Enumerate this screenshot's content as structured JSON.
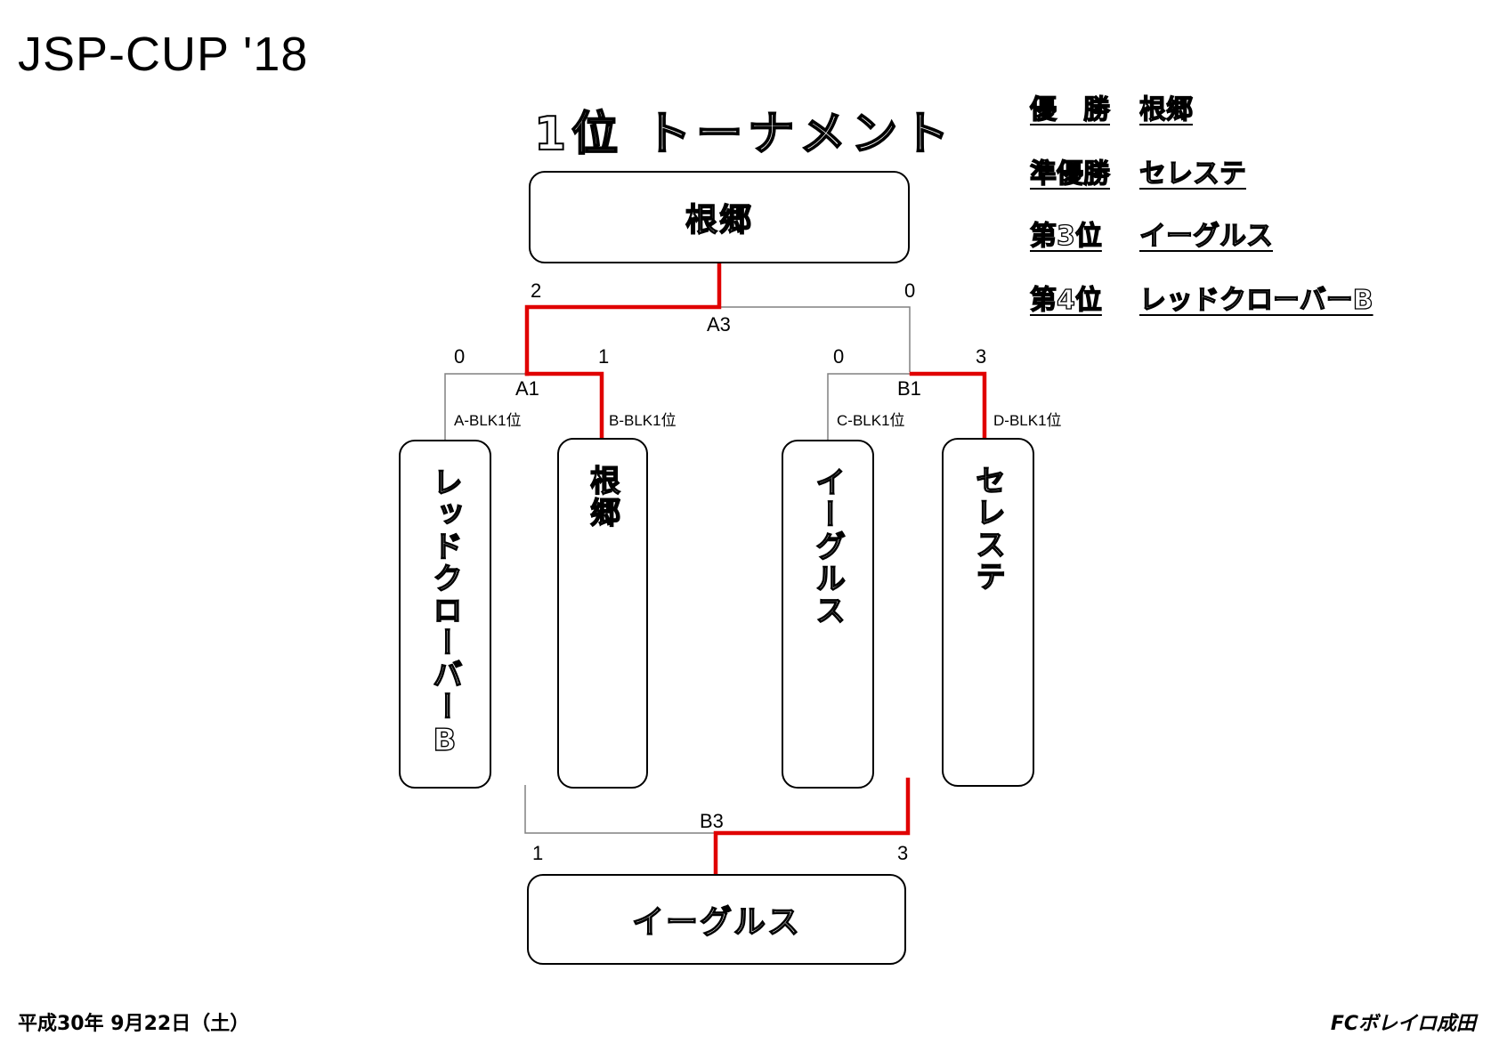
{
  "event_title": "JSP-CUP '18",
  "bracket_title": "1位 トーナメント",
  "rankings": [
    {
      "label": "優　勝",
      "team": "根郷"
    },
    {
      "label": "準優勝",
      "team": "セレステ"
    },
    {
      "label": "第3位",
      "team": "イーグルス"
    },
    {
      "label": "第4位",
      "team": "レッドクローバーB"
    }
  ],
  "final": {
    "id": "A3",
    "winner": "根郷",
    "score_left": "2",
    "score_right": "0"
  },
  "third_place": {
    "id": "B3",
    "winner": "イーグルス",
    "score_left": "1",
    "score_right": "3"
  },
  "semis": [
    {
      "id": "A1",
      "score_left": "0",
      "score_right": "1"
    },
    {
      "id": "B1",
      "score_left": "0",
      "score_right": "3"
    }
  ],
  "teams": [
    {
      "slot": "A-BLK1位",
      "name": "レッドクローバーB"
    },
    {
      "slot": "B-BLK1位",
      "name": "根郷"
    },
    {
      "slot": "C-BLK1位",
      "name": "イーグルス"
    },
    {
      "slot": "D-BLK1位",
      "name": "セレステ"
    }
  ],
  "colors": {
    "winner_line": "#e00000",
    "line": "#808080"
  },
  "footer": {
    "date": "平成30年 9月22日（土）",
    "organizer": "FCボレイロ成田"
  }
}
